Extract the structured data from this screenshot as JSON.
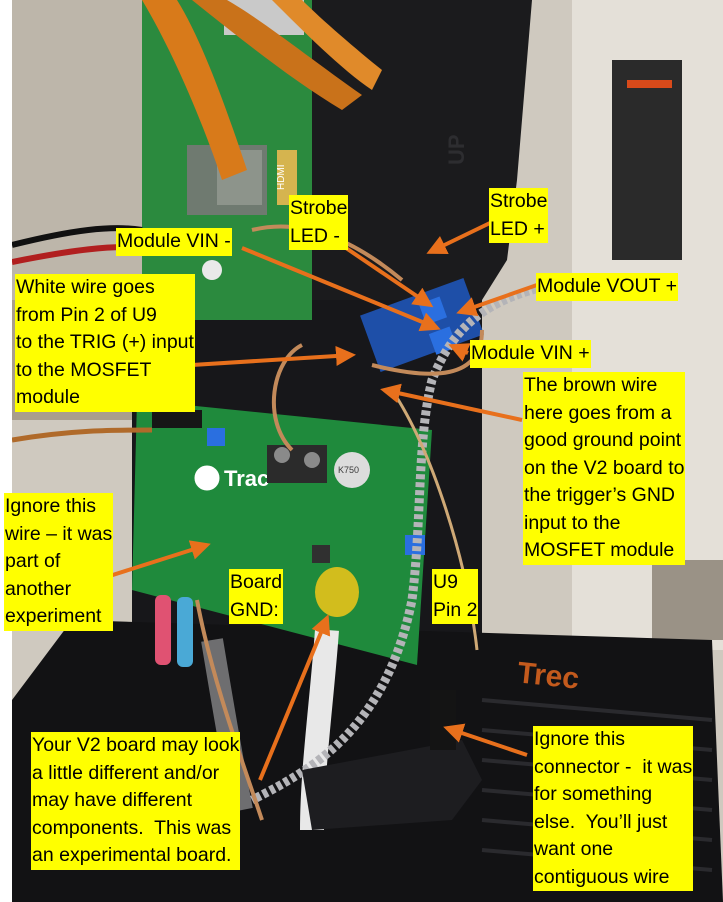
{
  "photo": {
    "subject": "raspberry-pi-and-v2-board-wiring-photo",
    "colors": {
      "callout_bg": "#ffff00",
      "callout_text": "#000000",
      "arrow": "#e8701c",
      "pcb_green": "#1f8a3c",
      "enclosure": "#1b1b1d",
      "ribbon": "#d87a1a",
      "background": "#d7d3cc"
    }
  },
  "callouts": {
    "module_vin_minus": "Module VIN -",
    "strobe_led_minus": "Strobe\nLED -",
    "strobe_led_plus": "Strobe\nLED +",
    "module_vout_plus": "Module VOUT +",
    "module_vin_plus": "Module VIN +",
    "white_wire": "White wire goes\nfrom Pin 2 of U9\nto the TRIG (+) input\nto the MOSFET\nmodule",
    "brown_wire": "The brown wire\nhere goes from a\ngood ground point\non the V2 board to\nthe trigger’s GND\ninput to the\nMOSFET module",
    "ignore_wire": "Ignore this\nwire – it was\npart of\nanother\nexperiment",
    "board_gnd": "Board\nGND:",
    "u9_pin2": "U9\nPin 2",
    "v2_board_note": "Your V2 board may look\na little different and/or\nmay have different\ncomponents.  This was\nan experimental board.",
    "ignore_connector": "Ignore this\nconnector -  it was\nfor something\nelse.  You’ll just\nwant one\ncontiguous wire"
  },
  "photo_text": {
    "board_brand": "Trac",
    "rpi_hdmi": "HDMI",
    "up_mark": "UP",
    "cap_label": "K750",
    "wanted_text": "Trec"
  }
}
